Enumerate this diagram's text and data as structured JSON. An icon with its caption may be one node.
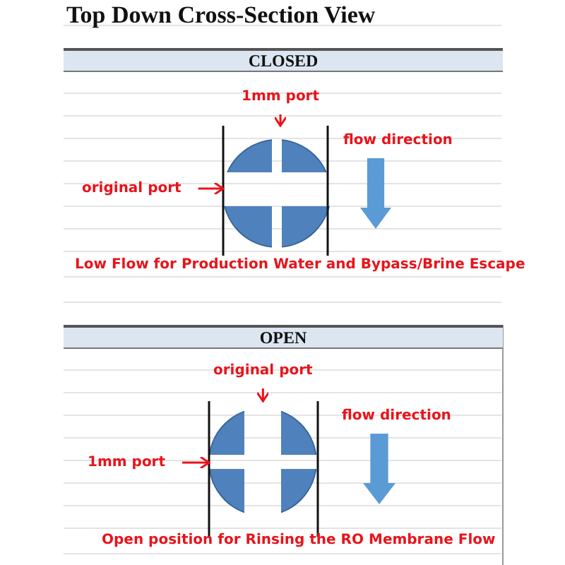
{
  "diagram": {
    "title": "Top Down Cross-Section View",
    "nodes": [
      {
        "text": [
          "CLOSED"
        ]
      },
      {
        "text": [
          "1mm port"
        ]
      },
      {
        "text": [
          "original port"
        ]
      },
      {
        "text": [],
        "shape": "circle"
      },
      {
        "text": [
          "OPEN"
        ]
      },
      {
        "text": [
          "original port"
        ]
      },
      {
        "text": [
          "1mm port"
        ]
      },
      {
        "text": [],
        "shape": "circle"
      }
    ],
    "edges": [
      {
        "from": 1,
        "to": 3,
        "arrow": "to"
      },
      {
        "from": 2,
        "to": 3,
        "arrow": "to"
      },
      {
        "from": 5,
        "to": 7,
        "arrow": "to"
      },
      {
        "from": 6,
        "to": 7,
        "arrow": "to"
      }
    ],
    "labels": [
      "flow direction",
      "Low Flow for Production Water and Bypass/Brine Escape",
      "flow direction",
      "Open position for Rinsing the RO Membrane Flow"
    ]
  }
}
